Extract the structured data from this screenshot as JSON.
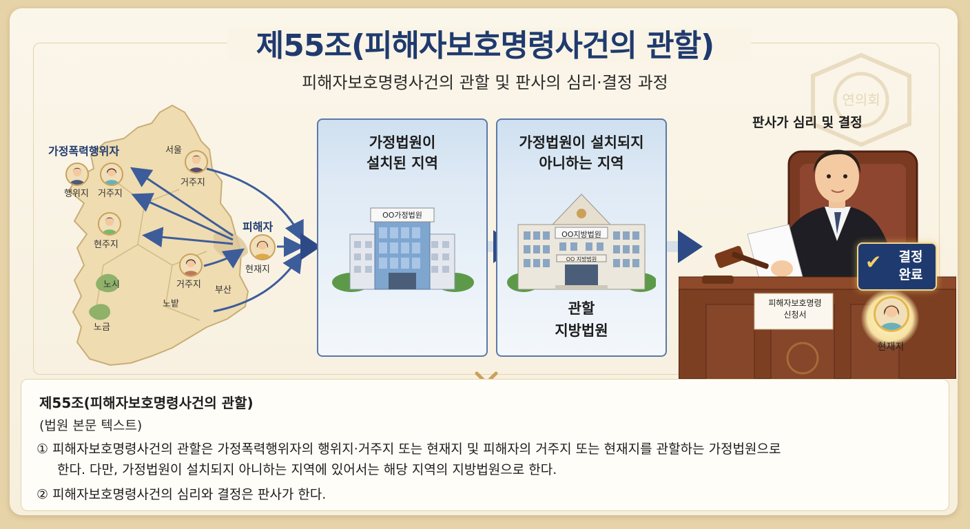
{
  "header": {
    "title": "제55조(피해자보호명령사건의 관할)",
    "subtitle": "피해자보호명령사건의 관할 및 판사의 심리·결정 과정"
  },
  "map": {
    "offender_title": "가정폭력행위자",
    "victim_title": "피해자",
    "labels": {
      "seoul": "서울",
      "residence_top": "거주지",
      "act_place": "행위지",
      "residence_left": "거주지",
      "present_left": "현주지",
      "present_victim": "현재지",
      "residence_mid": "거주지",
      "busan": "부산",
      "nosi": "노시",
      "nobap": "노밭",
      "nogeum": "노금"
    }
  },
  "panels": {
    "family_court": {
      "heading_line1": "가정법원이",
      "heading_line2": "설치된 지역",
      "sign": "OO가정법원"
    },
    "district_court": {
      "heading_line1": "가정법원이 설치되지",
      "heading_line2": "아니하는 지역",
      "sign": "OO지방법원",
      "lower_sign": "OO 지방법원",
      "foot_line1": "관할",
      "foot_line2": "지방법원"
    }
  },
  "judge": {
    "title": "판사가 심리 및 결정",
    "document_line1": "피해자보호명령",
    "document_line2": "신청서",
    "badge_line1": "결정",
    "badge_line2": "완료",
    "victim_label": "현재지",
    "seal_text": "연의회"
  },
  "law_text": {
    "title": "제55조(피해자보호명령사건의 관할)",
    "note": "(법원 본문 텍스트)",
    "para1_line1": "① 피해자보호명령사건의 관할은 가정폭력행위자의 행위지·거주지 또는 현재지 및 피해자의 거주지 또는 현재지를 관할하는 가정법원으로",
    "para1_line2": "한다. 다만, 가정법원이 설치되지 아니하는 지역에 있어서는 해당 지역의 지방법원으로 한다.",
    "para2": "② 피해자보호명령사건의 심리와 결정은 판사가 한다."
  },
  "colors": {
    "navy": "#1f3a6e",
    "arrow_blue": "#3d5c9a",
    "gold": "#e7b64b",
    "map_fill": "#efdcb0"
  }
}
